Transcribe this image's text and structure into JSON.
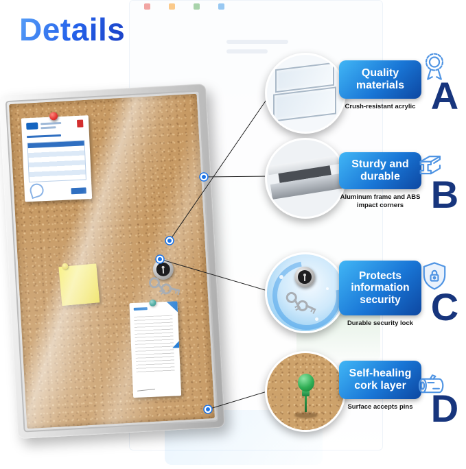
{
  "page": {
    "title": "Details"
  },
  "features": [
    {
      "letter": "A",
      "title": "Quality materials",
      "subtitle": "Crush-resistant acrylic",
      "icon": "medal-icon",
      "photo": "acrylic-sheets-photo"
    },
    {
      "letter": "B",
      "title": "Sturdy and durable",
      "subtitle": "Aluminum frame and ABS impact corners",
      "icon": "steel-beam-icon",
      "photo": "aluminum-profile-photo"
    },
    {
      "letter": "C",
      "title": "Protects information security",
      "subtitle": "Durable security lock",
      "icon": "shield-lock-icon",
      "photo": "security-lock-keys-photo"
    },
    {
      "letter": "D",
      "title": "Self-healing cork layer",
      "subtitle": "Surface accepts pins",
      "icon": "wood-log-icon",
      "photo": "cork-push-pin-photo"
    }
  ],
  "colors": {
    "banner_gradient_start": "#41b6f6",
    "banner_gradient_end": "#0d47a1",
    "title_gradient_start": "#58a0f8",
    "title_gradient_end": "#1b3fc4",
    "letter_color": "#17357d",
    "marker_blue": "#1a73e8"
  }
}
